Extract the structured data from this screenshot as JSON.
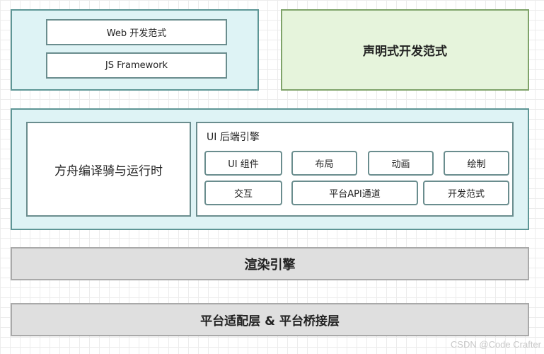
{
  "top_left": {
    "items": [
      "Web 开发范式",
      "JS Framework"
    ]
  },
  "top_right": {
    "label": "声明式开发范式"
  },
  "middle": {
    "compiler_runtime": "方舟编译骑与运行时",
    "ui_backend": {
      "title": "UI 后端引擎",
      "row1": [
        "UI 组件",
        "布局",
        "动画",
        "绘制"
      ],
      "row2": [
        "交互",
        "平台API通道",
        "开发范式"
      ]
    }
  },
  "render_engine": "渲染引擎",
  "platform_layer": "平台适配层 & 平台桥接层",
  "watermark": "CSDN @Code Crafter",
  "colors": {
    "teal_fill": "#def3f5",
    "teal_border": "#5e9696",
    "green_fill": "#e6f4dc",
    "green_border": "#7fa36a",
    "gray_fill": "#dfdfdf",
    "gray_border": "#a9a9a9"
  }
}
